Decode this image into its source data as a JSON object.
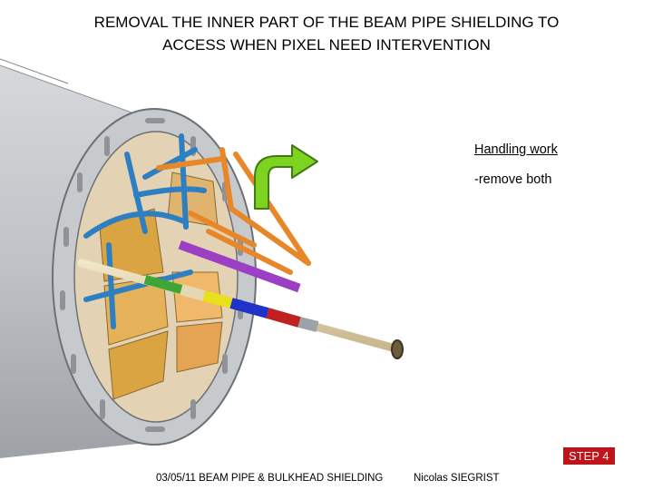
{
  "slide": {
    "title_line1": "REMOVAL THE INNER PART OF THE BEAM PIPE SHIELDING TO",
    "title_line2": "ACCESS WHEN PIXEL NEED INTERVENTION",
    "note_heading": "Handling work",
    "note_line": "-remove both",
    "step_label": "STEP 4",
    "footer_date_title": "03/05/11  BEAM PIPE & BULKHEAD SHIELDING",
    "footer_author": "Nicolas SIEGRIST"
  },
  "colors": {
    "arrow": "#7ed321",
    "step_badge": "#c0141b",
    "cylinder": "#b9bcc0",
    "frame_orange": "#e8862a",
    "frame_blue": "#2c7fc0"
  },
  "icons": {
    "arrow": "curved-up-right-arrow"
  }
}
